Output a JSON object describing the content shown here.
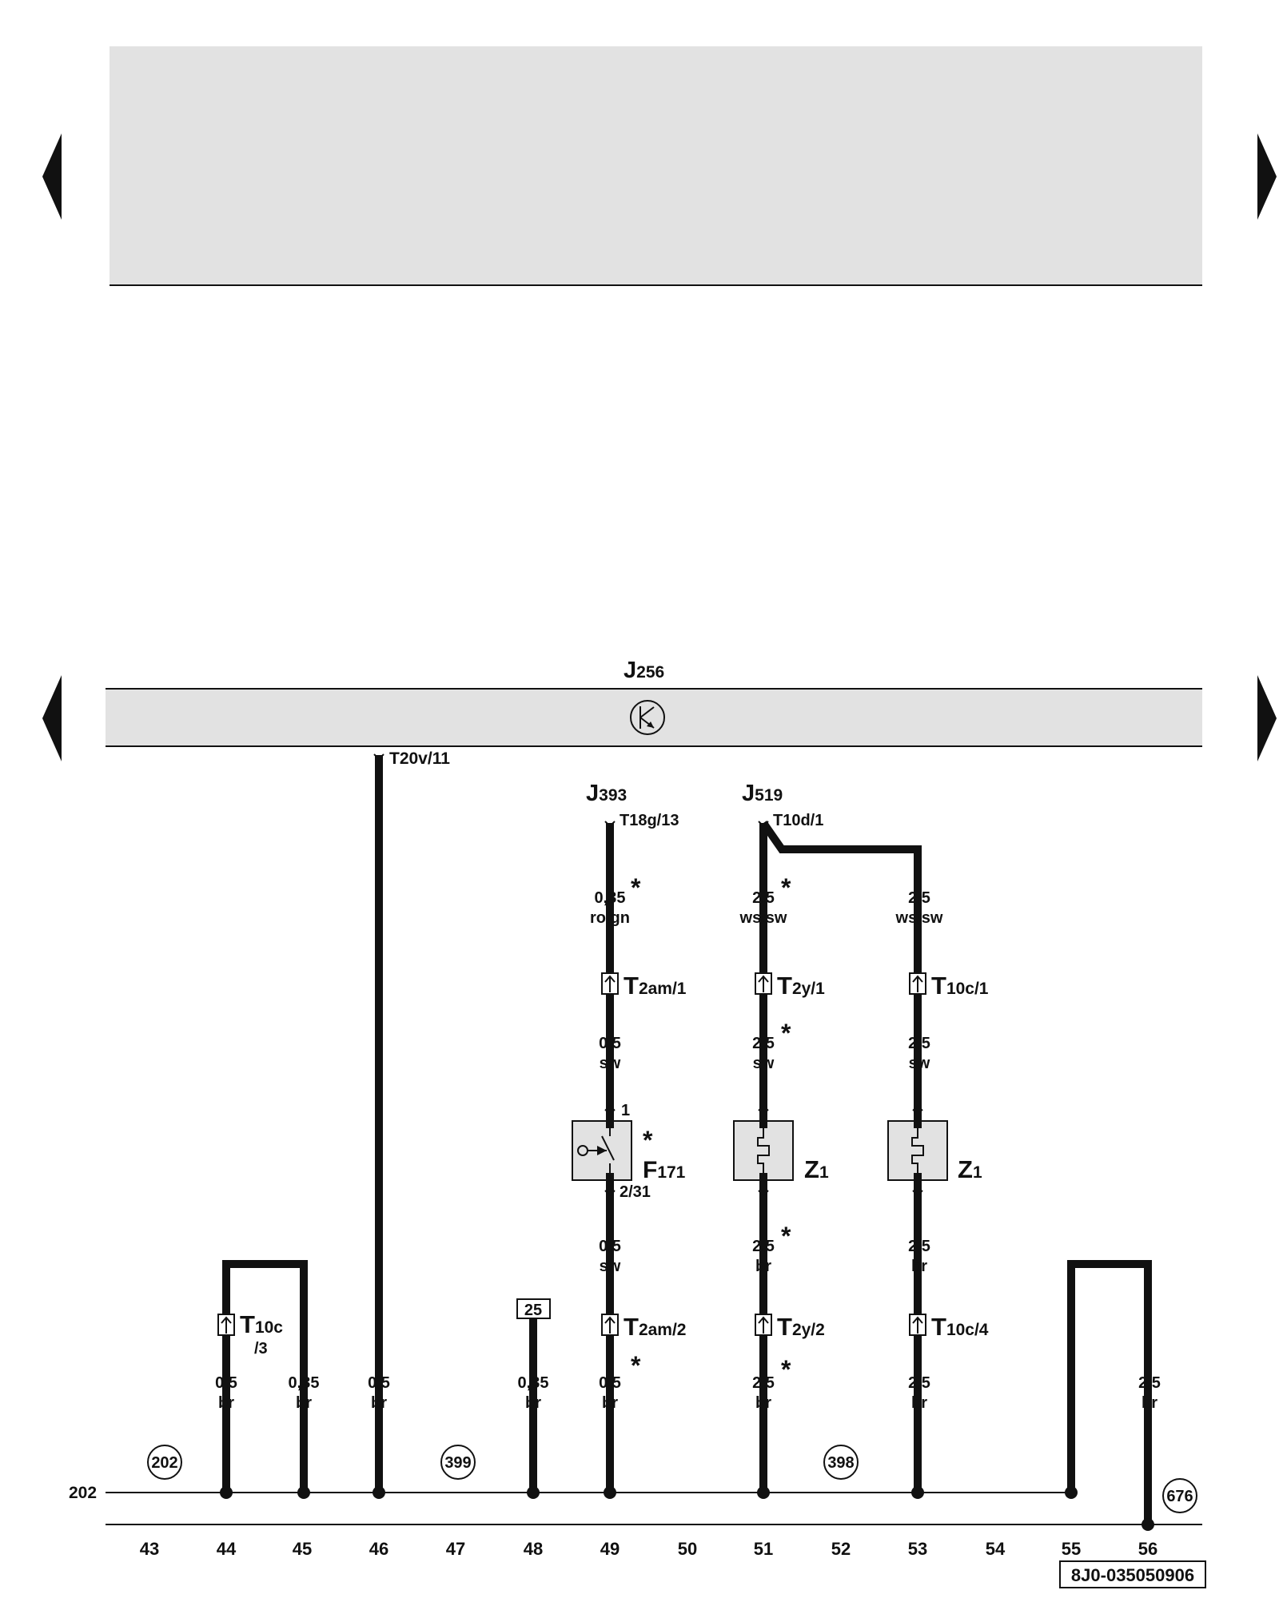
{
  "controller": {
    "name": "J",
    "sub": "256",
    "pin": "T20v/11"
  },
  "modules": [
    {
      "name": "J",
      "sub": "393",
      "pin": "T18g/13"
    },
    {
      "name": "J",
      "sub": "519",
      "pin": "T10d/1"
    }
  ],
  "wires": {
    "w44": {
      "size": "0,5",
      "color": "br"
    },
    "w45": {
      "size": "0,35",
      "color": "br"
    },
    "w46": {
      "size": "0,5",
      "color": "br"
    },
    "w48": {
      "size": "0,35",
      "color": "br"
    },
    "w49_top": {
      "size": "0,35",
      "color": "ro/gn"
    },
    "w49_mid": {
      "size": "0,5",
      "color": "sw"
    },
    "w49_low": {
      "size": "0,5",
      "color": "sw"
    },
    "w49_bot": {
      "size": "0,5",
      "color": "br"
    },
    "w51_top": {
      "size": "2,5",
      "color": "ws/sw"
    },
    "w51_mid": {
      "size": "2,5",
      "color": "sw"
    },
    "w51_low": {
      "size": "2,5",
      "color": "br"
    },
    "w51_bot": {
      "size": "2,5",
      "color": "br"
    },
    "w53_top": {
      "size": "2,5",
      "color": "ws/sw"
    },
    "w53_mid": {
      "size": "2,5",
      "color": "sw"
    },
    "w53_low": {
      "size": "2,5",
      "color": "br"
    },
    "w53_bot": {
      "size": "2,5",
      "color": "br"
    },
    "w56": {
      "size": "2,5",
      "color": "br"
    }
  },
  "connectors": {
    "t10c_3": {
      "name": "T",
      "sub": "10c",
      "sub2": "/3"
    },
    "t2am_1": {
      "name": "T",
      "sub": "2am/1"
    },
    "t2am_2": {
      "name": "T",
      "sub": "2am/2"
    },
    "t2y_1": {
      "name": "T",
      "sub": "2y/1"
    },
    "t2y_2": {
      "name": "T",
      "sub": "2y/2"
    },
    "t10c_1": {
      "name": "T",
      "sub": "10c/1"
    },
    "t10c_4": {
      "name": "T",
      "sub": "10c/4"
    }
  },
  "components": {
    "f171": {
      "name": "F",
      "sub": "171",
      "pin_top": "1",
      "pin_bottom": "2/31"
    },
    "z1_a": {
      "name": "Z",
      "sub": "1"
    },
    "z1_b": {
      "name": "Z",
      "sub": "1"
    }
  },
  "asterisk": "*",
  "fuse_box_label": "25",
  "ground_points": [
    "202",
    "399",
    "398",
    "676"
  ],
  "ground_bus_label": "202",
  "track_numbers": [
    "43",
    "44",
    "45",
    "46",
    "47",
    "48",
    "49",
    "50",
    "51",
    "52",
    "53",
    "54",
    "55",
    "56"
  ],
  "doc_id": "8J0-035050906"
}
